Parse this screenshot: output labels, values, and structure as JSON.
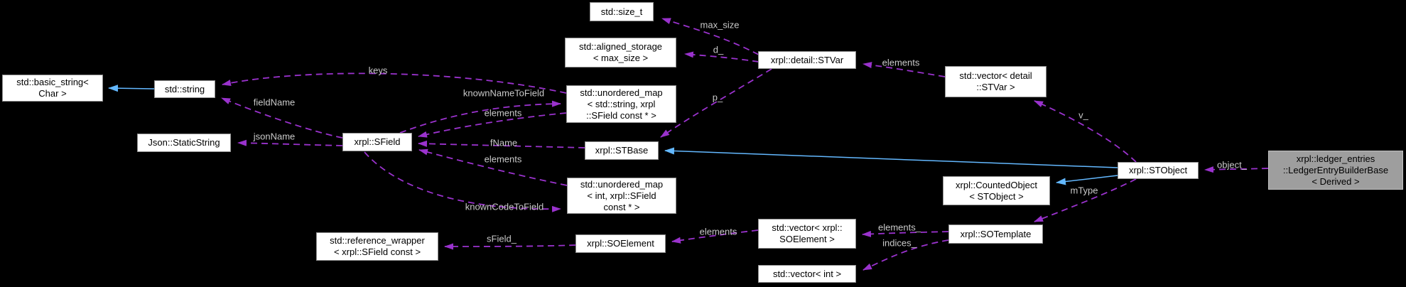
{
  "diagram_type": "doxygen-collaboration-graph",
  "colors": {
    "bg": "#000000",
    "node_fill": "#ffffff",
    "node_border": "#8f8f8f",
    "node_text": "#000000",
    "highlight_fill": "#9e9e9e",
    "highlight_border": "#c2c2c2",
    "usage_edge": "#9a32cd",
    "inheritance_edge": "#63b8ff",
    "edge_label": "#c9c9c9"
  },
  "nodes": {
    "size_t": {
      "lines": [
        "std::size_t"
      ]
    },
    "aligned_storage": {
      "lines": [
        "std::aligned_storage",
        "< max_size >"
      ]
    },
    "stvar": {
      "lines": [
        "xrpl::detail::STVar"
      ]
    },
    "vec_stvar": {
      "lines": [
        "std::vector< detail",
        "::STVar >"
      ]
    },
    "basic_string": {
      "lines": [
        "std::basic_string<",
        "Char >"
      ]
    },
    "string": {
      "lines": [
        "std::string"
      ]
    },
    "map_string": {
      "lines": [
        "std::unordered_map",
        "< std::string, xrpl",
        "::SField const * >"
      ]
    },
    "static_string": {
      "lines": [
        "Json::StaticString"
      ]
    },
    "sfield": {
      "lines": [
        "xrpl::SField"
      ]
    },
    "stbase": {
      "lines": [
        "xrpl::STBase"
      ]
    },
    "map_int": {
      "lines": [
        "std::unordered_map",
        "< int, xrpl::SField",
        "const * >"
      ]
    },
    "counted": {
      "lines": [
        "xrpl::CountedObject",
        "< STObject >"
      ]
    },
    "stobject": {
      "lines": [
        "xrpl::STObject"
      ]
    },
    "ledger": {
      "lines": [
        "xrpl::ledger_entries",
        "::LedgerEntryBuilderBase",
        "< Derived >"
      ]
    },
    "ref_wrapper": {
      "lines": [
        "std::reference_wrapper",
        "< xrpl::SField const >"
      ]
    },
    "soelement": {
      "lines": [
        "xrpl::SOElement"
      ]
    },
    "vec_soelement": {
      "lines": [
        "std::vector< xrpl::",
        "SOElement >"
      ]
    },
    "sotemplate": {
      "lines": [
        "xrpl::SOTemplate"
      ]
    },
    "vec_int": {
      "lines": [
        "std::vector< int >"
      ]
    }
  },
  "edge_labels": {
    "max_size": "max_size",
    "d": "d_",
    "elements_stvar": "elements",
    "keys": "keys",
    "knownNameToField": "knownNameToField",
    "fieldName": "fieldName",
    "elements_mapstr": "elements",
    "jsonName": "jsonName",
    "p": "p_",
    "fName": "fName",
    "elements_mapint": "elements",
    "v": "v_",
    "knownCodeToField": "knownCodeToField",
    "mType": "mType",
    "object": "object_",
    "sField": "sField_",
    "elements_vecso": "elements",
    "elements_sotpl": "elements_",
    "indices": "indices_"
  }
}
